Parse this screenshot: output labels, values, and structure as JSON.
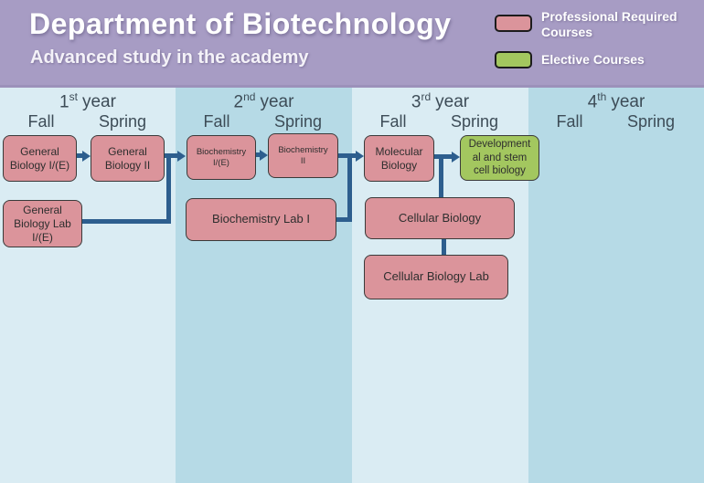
{
  "header": {
    "title": "Department of Biotechnology",
    "subtitle": "Advanced study in the academy",
    "legend": {
      "professional": {
        "label": "Professional Required\nCourses",
        "color": "#db949b"
      },
      "elective": {
        "label": "Elective Courses",
        "color": "#a3c75f"
      }
    }
  },
  "years": [
    {
      "num": "1",
      "ordinal": "st",
      "word": "year",
      "fall": "Fall",
      "spring": "Spring"
    },
    {
      "num": "2",
      "ordinal": "nd",
      "word": "year",
      "fall": "Fall",
      "spring": "Spring"
    },
    {
      "num": "3",
      "ordinal": "rd",
      "word": "year",
      "fall": "Fall",
      "spring": "Spring"
    },
    {
      "num": "4",
      "ordinal": "th",
      "word": "year",
      "fall": "Fall",
      "spring": "Spring"
    }
  ],
  "courses": {
    "general_biology_1": {
      "title": "General\nBiology I/(E)",
      "type": "professional"
    },
    "general_biology_2": {
      "title": "General\nBiology II",
      "type": "professional"
    },
    "general_biology_lab": {
      "title": "General\nBiology Lab\nI/(E)",
      "type": "professional"
    },
    "biochemistry_1": {
      "title": "Biochemistry\nI/(E)",
      "type": "professional"
    },
    "biochemistry_2": {
      "title": "Biochemistry\nII",
      "type": "professional"
    },
    "biochemistry_lab": {
      "title": "Biochemistry Lab I",
      "type": "professional"
    },
    "molecular_biology": {
      "title": "Molecular\nBiology",
      "type": "professional"
    },
    "developmental_stem": {
      "title": "Development\nal and stem\ncell biology",
      "type": "elective"
    },
    "cellular_biology": {
      "title": "Cellular Biology",
      "type": "professional"
    },
    "cellular_biology_lab": {
      "title": "Cellular Biology Lab",
      "type": "professional"
    }
  },
  "colors": {
    "header_bg": "#a79cc4",
    "professional_course": "#db949b",
    "elective_course": "#a3c75f",
    "column_light": "#daecf3",
    "column_dark": "#b6dae6",
    "connector": "#2d5e8e",
    "year_text": "#3d4c57"
  }
}
